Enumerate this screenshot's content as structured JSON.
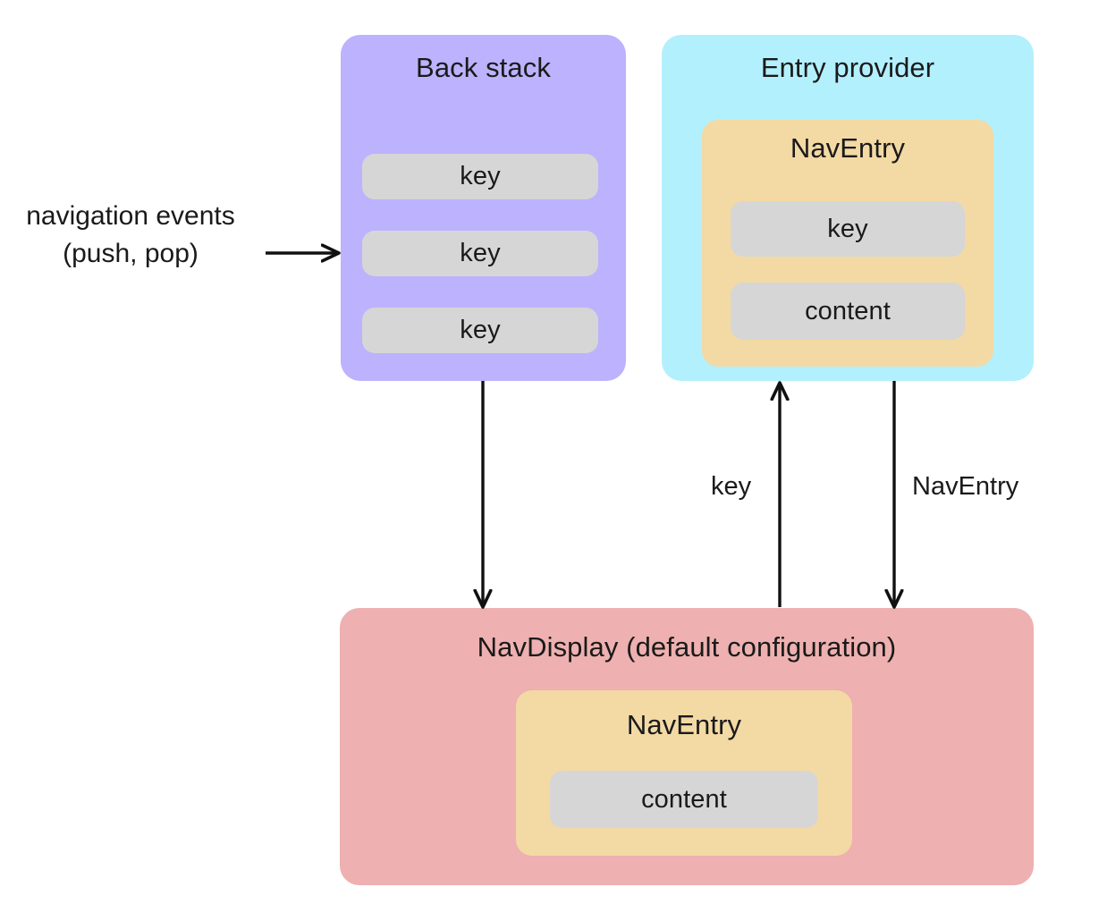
{
  "diagram": {
    "title": "Navigation back stack / entry provider / NavDisplay architecture",
    "colors": {
      "back_stack": "#bdb2fd",
      "entry_provider": "#b3f0fd",
      "nav_entry": "#f3d9a4",
      "nav_display": "#eeb0b0",
      "chip": "#d6d6d6",
      "stroke": "#111111",
      "background": "#ffffff"
    },
    "input_label": {
      "line1": "navigation events",
      "line2": "(push, pop)"
    },
    "back_stack": {
      "title": "Back stack",
      "keys": [
        "key",
        "key",
        "key"
      ]
    },
    "entry_provider": {
      "title": "Entry provider",
      "nav_entry": {
        "title": "NavEntry",
        "fields": [
          "key",
          "content"
        ]
      }
    },
    "nav_display": {
      "title": "NavDisplay (default configuration)",
      "nav_entry": {
        "title": "NavEntry",
        "fields": [
          "content"
        ]
      }
    },
    "edges": [
      {
        "name": "navigation-events-to-back-stack",
        "label": "",
        "from": "navigation events (push, pop)",
        "to": "Back stack",
        "direction": "right"
      },
      {
        "name": "back-stack-to-nav-display",
        "label": "",
        "from": "Back stack",
        "to": "NavDisplay (default configuration)",
        "direction": "down"
      },
      {
        "name": "nav-display-to-entry-provider",
        "label": "key",
        "from": "NavDisplay (default configuration)",
        "to": "Entry provider",
        "direction": "up"
      },
      {
        "name": "entry-provider-to-nav-display",
        "label": "NavEntry",
        "from": "Entry provider",
        "to": "NavDisplay (default configuration)",
        "direction": "down"
      }
    ]
  }
}
